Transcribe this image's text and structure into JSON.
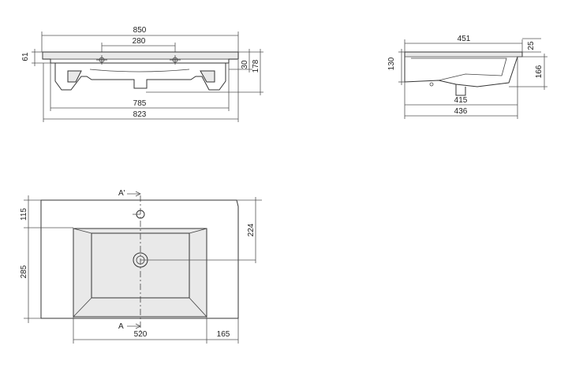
{
  "front_view": {
    "overall_width": "850",
    "tap_spacing": "280",
    "rim_thickness": "61",
    "bowl_depth_side": "30",
    "total_height": "178",
    "inner_width": "785",
    "bottom_width": "823"
  },
  "side_view": {
    "top_depth": "451",
    "rim_height": "25",
    "left_height": "130",
    "right_height": "166",
    "mid_depth": "415",
    "bottom_depth": "436"
  },
  "top_view": {
    "section_mark_top": "A'",
    "section_mark_bottom": "A",
    "tap_offset": "115",
    "overall_depth": "285",
    "drain_offset": "224",
    "bowl_width": "520",
    "side_margin": "165"
  }
}
